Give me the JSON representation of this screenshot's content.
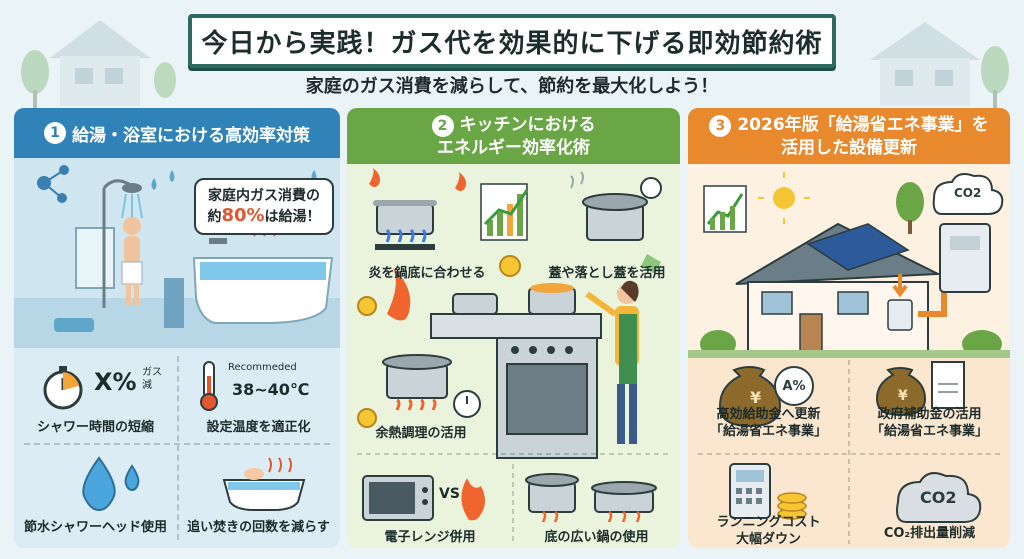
{
  "header": {
    "title": "今日から実践！ガス代を効果的に下げる即効節約術",
    "subtitle": "家庭のガス消費を減らして、節約を最大化しよう！"
  },
  "panels": [
    {
      "number": "1",
      "title": "給湯・浴室における高効率対策",
      "callout": {
        "line1": "家庭内ガス消費の",
        "line2_prefix": "約",
        "highlight": "80%",
        "line2_suffix": "は給湯！"
      },
      "tips": [
        {
          "label": "シャワー時間の短縮",
          "stat": "X%",
          "stat_note1": "ガス",
          "stat_note2": "減"
        },
        {
          "label": "設定温度を適正化",
          "recommended": "Recommeded",
          "temp": "38~40℃"
        },
        {
          "label": "節水シャワーヘッド使用"
        },
        {
          "label": "追い焚きの回数を減らす"
        }
      ]
    },
    {
      "number": "2",
      "title_line1": "キッチンにおける",
      "title_line2": "エネルギー効率化術",
      "tips": [
        {
          "label": "炎を鍋底に合わせる"
        },
        {
          "label": "蓋や落とし蓋を活用"
        },
        {
          "label": "余熱調理の活用"
        },
        {
          "label": "電子レンジ併用",
          "vs": "VS"
        },
        {
          "label": "底の広い鍋の使用"
        }
      ]
    },
    {
      "number": "3",
      "title_line1": "2026年版「給湯省エネ事業」を",
      "title_line2": "活用した設備更新",
      "co2_cloud": "CO2",
      "tips": [
        {
          "label_line1": "高効給助金へ更新",
          "label_line2": "「給湯省エネ事業」",
          "badge": "A%",
          "bag_symbol": "¥"
        },
        {
          "label_line1": "政府補助金の活用",
          "label_line2": "「給湯省エネ事業」",
          "bag_symbol": "¥"
        },
        {
          "label_line1": "ランニングコスト",
          "label_line2": "大幅ダウン"
        },
        {
          "label_line1": "CO₂排出量削減",
          "cloud_text": "CO2"
        }
      ]
    }
  ],
  "colors": {
    "panel1": "#2f83b8",
    "panel2": "#6aa646",
    "panel3": "#e9892d",
    "banner_border": "#2c6b63",
    "highlight": "#e4562e"
  }
}
